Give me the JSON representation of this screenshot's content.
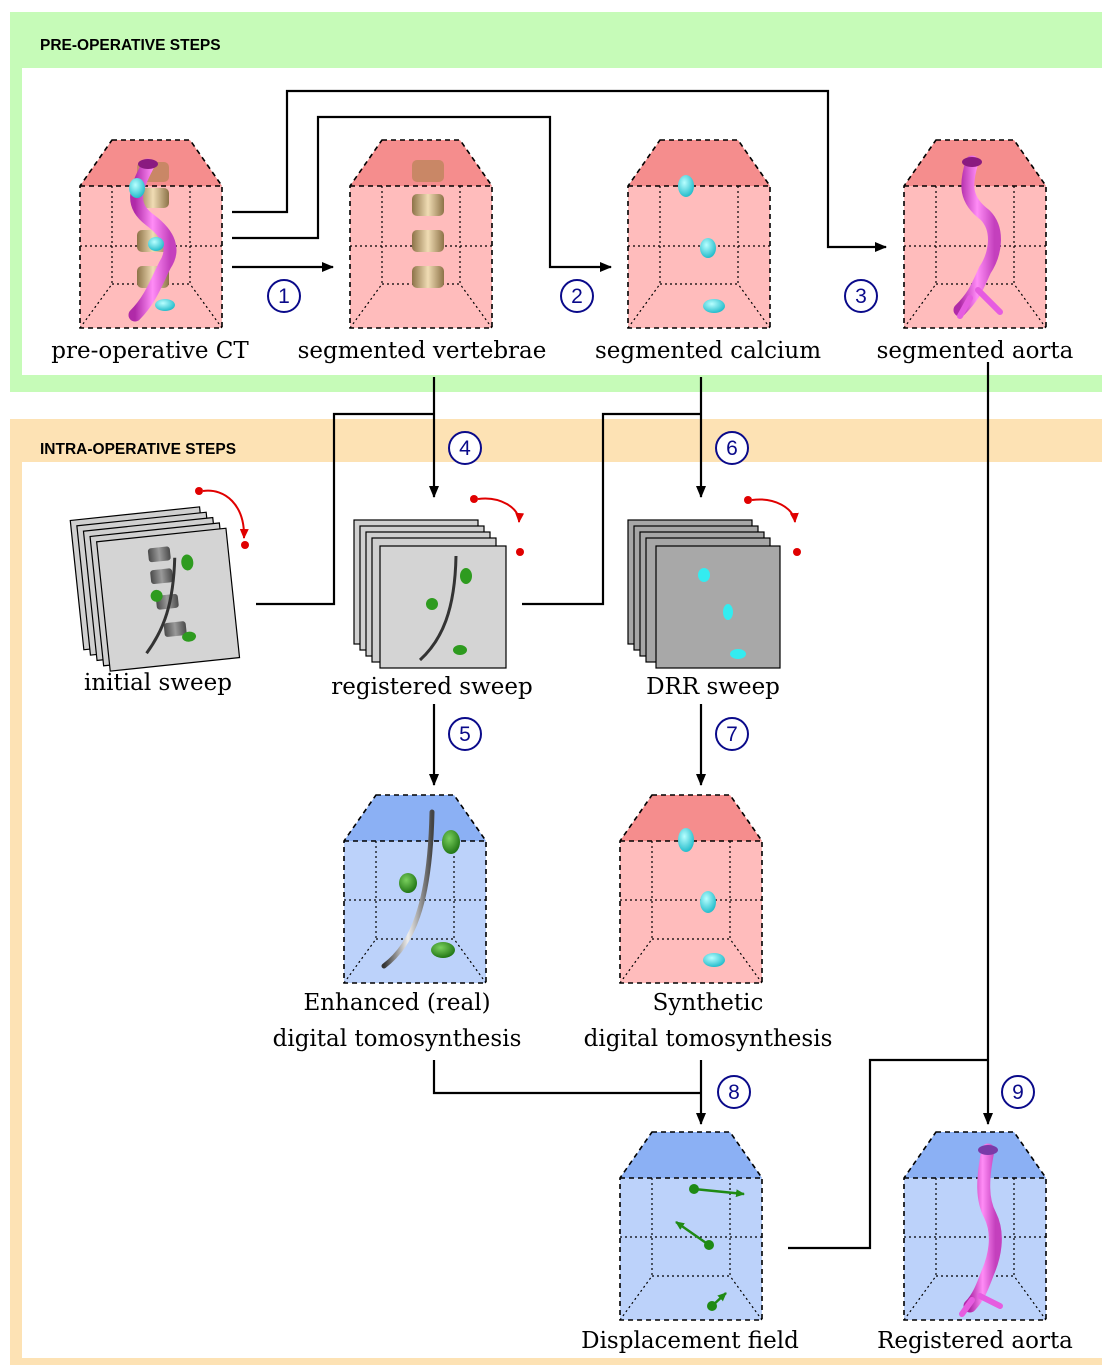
{
  "panels": {
    "pre": {
      "title": "PRE-OPERATIVE STEPS",
      "color": "#c6fbb8"
    },
    "intra": {
      "title": "INTRA-OPERATIVE STEPS",
      "color": "#fde2b4"
    }
  },
  "labels": {
    "pre_ct": "pre-operative CT",
    "seg_vertebrae": "segmented vertebrae",
    "seg_calcium": "segmented calcium",
    "seg_aorta": "segmented aorta",
    "initial_sweep": "initial sweep",
    "registered_sweep": "registered sweep",
    "drr_sweep": "DRR sweep",
    "enhanced_line1": "Enhanced (real)",
    "enhanced_line2": "digital tomosynthesis",
    "synthetic_line1": "Synthetic",
    "synthetic_line2": "digital tomosynthesis",
    "displacement": "Displacement field",
    "registered_aorta": "Registered aorta"
  },
  "steps": [
    "1",
    "2",
    "3",
    "4",
    "5",
    "6",
    "7",
    "8",
    "9"
  ],
  "colors": {
    "ct_front": "#ffbcbc",
    "ct_top": "#f58d8d",
    "dts_front": "#bcd2fa",
    "dts_top": "#8bb0f4",
    "aorta": "#e65ce0",
    "calcium": "#33d8e0",
    "calcium_green": "#2e9b1f",
    "vertebra": "#cdb48e",
    "arrow_red": "#e00000",
    "step_circle": "#0a0a8a"
  }
}
